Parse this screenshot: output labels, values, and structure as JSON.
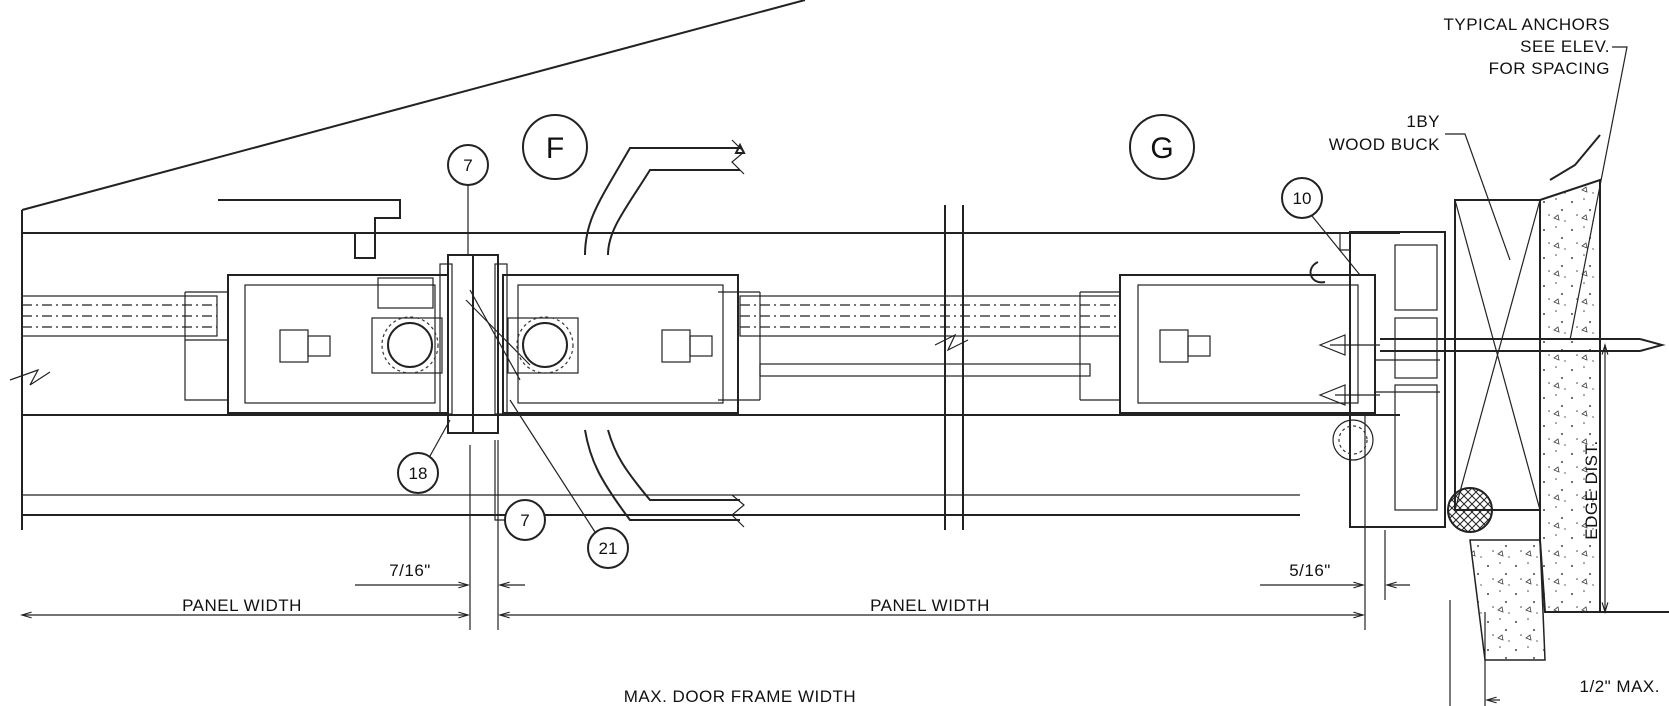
{
  "drawing": {
    "title_labels": {
      "typical_anchors_line1": "TYPICAL ANCHORS",
      "typical_anchors_line2": "SEE ELEV.",
      "typical_anchors_line3": "FOR SPACING",
      "wood_buck_line1": "1BY",
      "wood_buck_line2": "WOOD BUCK",
      "edge_dist": "EDGE DIST."
    },
    "panels": {
      "left": "F",
      "right": "G"
    },
    "callouts": {
      "c7_top": "7",
      "c7_bottom": "7",
      "c18": "18",
      "c21": "21",
      "c10": "10"
    },
    "dimensions": {
      "gap_left": "7/16\"",
      "gap_right": "5/16\"",
      "panel_width_left": "PANEL WIDTH",
      "panel_width_right": "PANEL WIDTH",
      "max_frame_width": "MAX. DOOR FRAME WIDTH",
      "half_inch_max": "1/2\" MAX."
    }
  }
}
